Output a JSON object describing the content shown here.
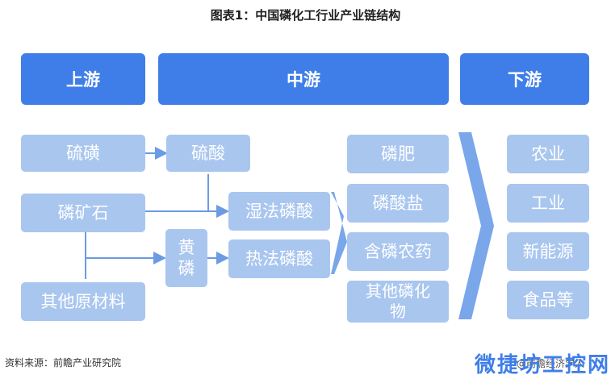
{
  "title": "图表1：中国磷化工行业产业链结构",
  "columns": {
    "upstream": "上游",
    "midstream": "中游",
    "downstream": "下游"
  },
  "upstream": {
    "sulfur": "硫磺",
    "phosphate_rock": "磷矿石",
    "other_materials": "其他原材料"
  },
  "intermediate": {
    "sulfuric_acid": "硫酸",
    "yellow_phosphorus_line1": "黄",
    "yellow_phosphorus_line2": "磷",
    "wet_process_acid": "湿法磷酸",
    "thermal_process_acid": "热法磷酸"
  },
  "products": {
    "phosphate_fertilizer": "磷肥",
    "phosphate_salt": "磷酸盐",
    "phosphorus_pesticide": "含磷农药",
    "other_line1": "其他磷化",
    "other_line2": "物"
  },
  "downstream": {
    "agriculture": "农业",
    "industry": "工业",
    "new_energy": "新能源",
    "food": "食品等"
  },
  "footer": {
    "source": "资料来源：前瞻产业研究院",
    "watermark_small": "@前瞻经济学人",
    "watermark_big": "微捷坊工控网"
  },
  "colors": {
    "header": "#3f7ee8",
    "box": "#a9c6ef",
    "arrow": "#6b9be2"
  }
}
